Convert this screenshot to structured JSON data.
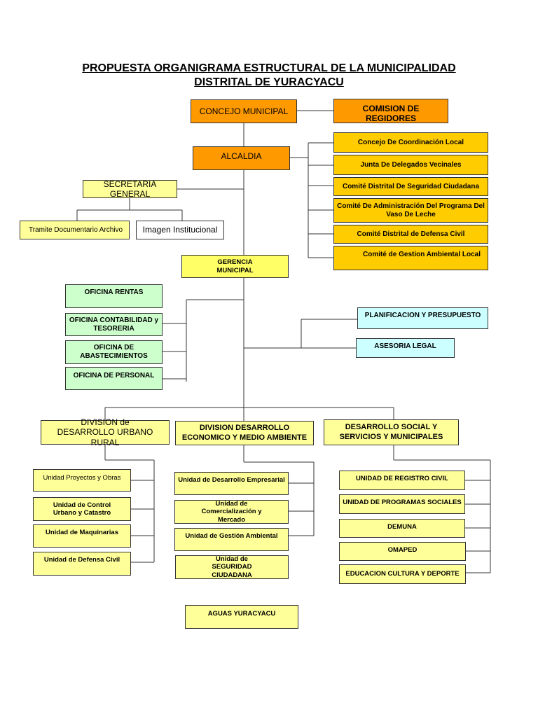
{
  "title": {
    "line1": "PROPUESTA ORGANIGRAMA ESTRUCTURAL DE LA MUNICIPALIDAD",
    "line2": "DISTRITAL DE YURACYACU"
  },
  "top": {
    "concejo": "CONCEJO MUNICIPAL",
    "comision": "COMISION DE REGIDORES",
    "alcaldia": "ALCALDIA"
  },
  "committees": [
    "Concejo De Coordinación Local",
    "Junta De Delegados Vecinales",
    "Comité Distrital De Seguridad Ciudadana",
    "Comité De Administración Del Programa Del Vaso De Leche",
    "Comité Distrital de Defensa Civil",
    "Comité de  Gestion Ambiental  Local"
  ],
  "secretaria": {
    "label": "SECRETARIA GENERAL",
    "tramite": "Tramite  Documentario Archivo",
    "imagen": "Imagen Institucional"
  },
  "gerencia": "GERENCIA MUNICIPAL",
  "oficinas": [
    "OFICINA RENTAS",
    "OFICINA CONTABILIDAD y TESORERIA",
    "OFICINA  DE ABASTECIMIENTOS",
    "OFICINA DE PERSONAL"
  ],
  "advisory": {
    "planificacion": "PLANIFICACION Y PRESUPUESTO",
    "asesoria": "ASESORIA LEGAL"
  },
  "divisions": [
    {
      "label": "DIVISION de DESARROLLO URBANO RURAL",
      "units": [
        "Unidad Proyectos y Obras",
        "Unidad de Control Urbano y Catastro",
        "Unidad de Maquinarias",
        "Unidad de Defensa Civil"
      ]
    },
    {
      "label": "DIVISION DESARROLLO ECONOMICO Y MEDIO AMBIENTE",
      "units": [
        "Unidad de Desarrollo Empresarial",
        "Unidad de Comercialización y Mercado",
        "Unidad de Gestión Ambiental",
        "Unidad de SEGURIDAD CIUDADANA"
      ]
    },
    {
      "label": "DESARROLLO SOCIAL Y SERVICIOS Y MUNICIPALES",
      "units": [
        "UNIDAD DE REGISTRO CIVIL",
        "UNIDAD DE PROGRAMAS SOCIALES",
        "DEMUNA",
        "OMAPED",
        "EDUCACION CULTURA Y DEPORTE"
      ]
    }
  ],
  "aguas": "AGUAS YURACYACU"
}
